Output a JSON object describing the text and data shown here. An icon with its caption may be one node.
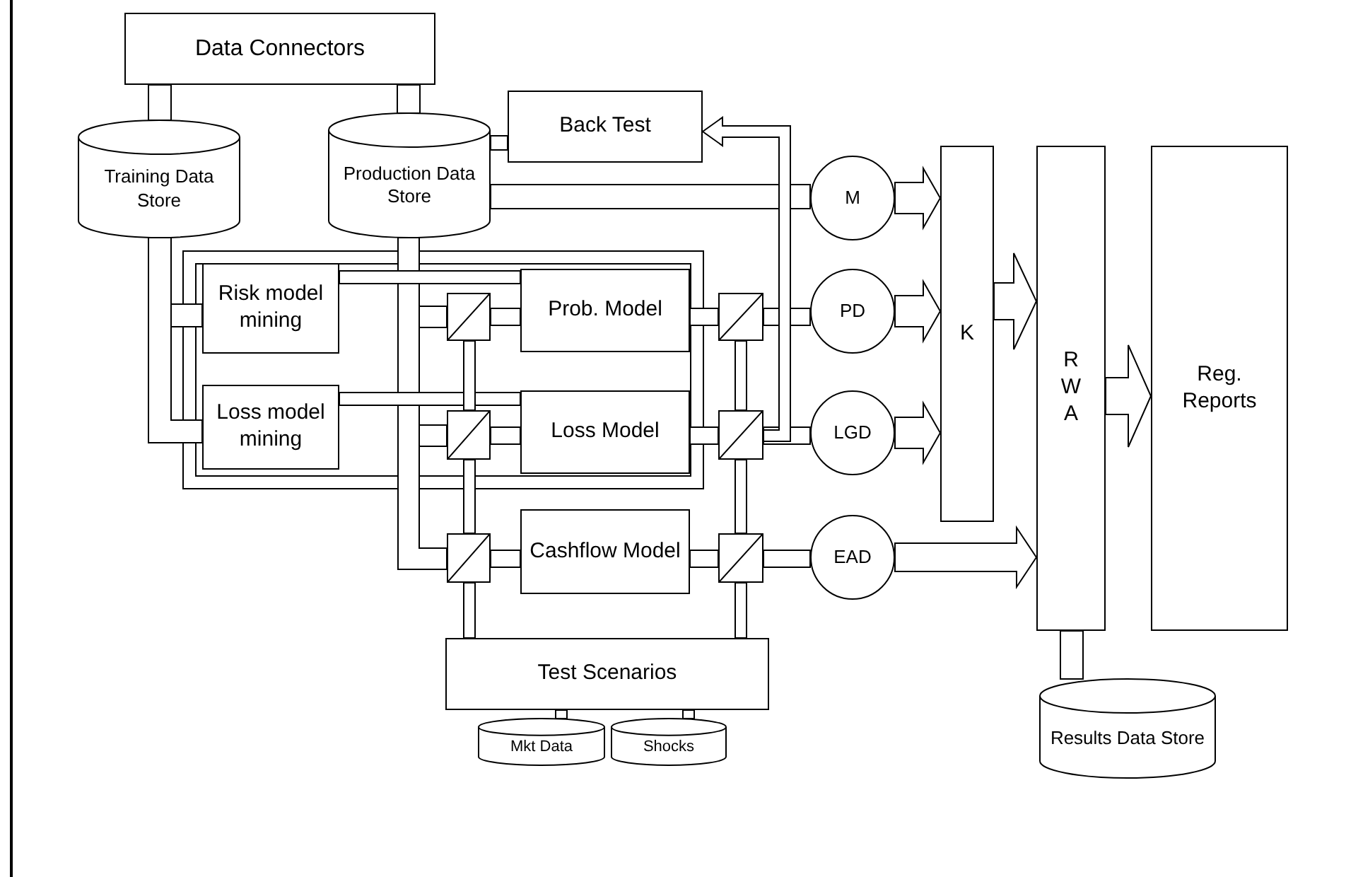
{
  "diagram": {
    "nodes": [
      {
        "text": [
          "Data Connectors"
        ]
      },
      {
        "text": [
          "Training Data Store"
        ]
      },
      {
        "text": [
          "Production Data Store"
        ]
      },
      {
        "text": [
          "Back Test"
        ]
      },
      {
        "text": [
          "Risk model mining"
        ]
      },
      {
        "text": [
          "Loss model mining"
        ]
      },
      {
        "text": [
          "Prob. Model"
        ]
      },
      {
        "text": [
          "Loss Model"
        ]
      },
      {
        "text": [
          "Cashflow Model"
        ]
      },
      {
        "text": [],
        "shape": "box"
      },
      {
        "text": [],
        "shape": "box"
      },
      {
        "text": [],
        "shape": "box"
      },
      {
        "text": [],
        "shape": "box"
      },
      {
        "text": [],
        "shape": "box"
      },
      {
        "text": [],
        "shape": "box"
      },
      {
        "text": [
          "M"
        ]
      },
      {
        "text": [
          "PD"
        ]
      },
      {
        "text": [
          "LGD"
        ]
      },
      {
        "text": [
          "EAD"
        ]
      },
      {
        "text": [
          "K"
        ]
      },
      {
        "text": [
          "R W A"
        ]
      },
      {
        "text": [
          "Reg. Reports"
        ]
      },
      {
        "text": [
          "Test Scenarios"
        ]
      },
      {
        "text": [
          "Mkt Data"
        ]
      },
      {
        "text": [
          "Shocks"
        ]
      },
      {
        "text": [
          "Results Data Store"
        ]
      }
    ],
    "edges": [
      {
        "from": 0,
        "to": 1,
        "arrow": "none"
      },
      {
        "from": 0,
        "to": 2,
        "arrow": "none"
      },
      {
        "from": 1,
        "to": 4,
        "arrow": "none"
      },
      {
        "from": 1,
        "to": 5,
        "arrow": "none"
      },
      {
        "from": 2,
        "to": 3,
        "arrow": "none"
      },
      {
        "from": 2,
        "to": 15,
        "arrow": "none"
      },
      {
        "from": 2,
        "to": 9,
        "arrow": "none"
      },
      {
        "from": 2,
        "to": 11,
        "arrow": "none"
      },
      {
        "from": 2,
        "to": 13,
        "arrow": "none"
      },
      {
        "from": 4,
        "to": 6,
        "arrow": "none"
      },
      {
        "from": 5,
        "to": 7,
        "arrow": "none"
      },
      {
        "from": 9,
        "to": 6,
        "arrow": "none"
      },
      {
        "from": 11,
        "to": 7,
        "arrow": "none"
      },
      {
        "from": 13,
        "to": 8,
        "arrow": "none"
      },
      {
        "from": 6,
        "to": 10,
        "arrow": "none"
      },
      {
        "from": 7,
        "to": 12,
        "arrow": "none"
      },
      {
        "from": 8,
        "to": 14,
        "arrow": "none"
      },
      {
        "from": 10,
        "to": 16,
        "arrow": "none"
      },
      {
        "from": 12,
        "to": 17,
        "arrow": "none"
      },
      {
        "from": 14,
        "to": 18,
        "arrow": "none"
      },
      {
        "from": 9,
        "to": 11,
        "arrow": "none"
      },
      {
        "from": 11,
        "to": 13,
        "arrow": "none"
      },
      {
        "from": 13,
        "to": 22,
        "arrow": "none"
      },
      {
        "from": 10,
        "to": 12,
        "arrow": "none"
      },
      {
        "from": 12,
        "to": 14,
        "arrow": "none"
      },
      {
        "from": 14,
        "to": 22,
        "arrow": "none"
      },
      {
        "from": 22,
        "to": 23,
        "arrow": "none"
      },
      {
        "from": 22,
        "to": 24,
        "arrow": "none"
      },
      {
        "from": 12,
        "to": 3,
        "arrow": "to"
      },
      {
        "from": 15,
        "to": 19,
        "arrow": "to"
      },
      {
        "from": 16,
        "to": 19,
        "arrow": "to"
      },
      {
        "from": 17,
        "to": 19,
        "arrow": "to"
      },
      {
        "from": 19,
        "to": 20,
        "arrow": "to"
      },
      {
        "from": 18,
        "to": 20,
        "arrow": "to"
      },
      {
        "from": 20,
        "to": 21,
        "arrow": "to"
      },
      {
        "from": 20,
        "to": 25,
        "arrow": "none"
      }
    ]
  }
}
